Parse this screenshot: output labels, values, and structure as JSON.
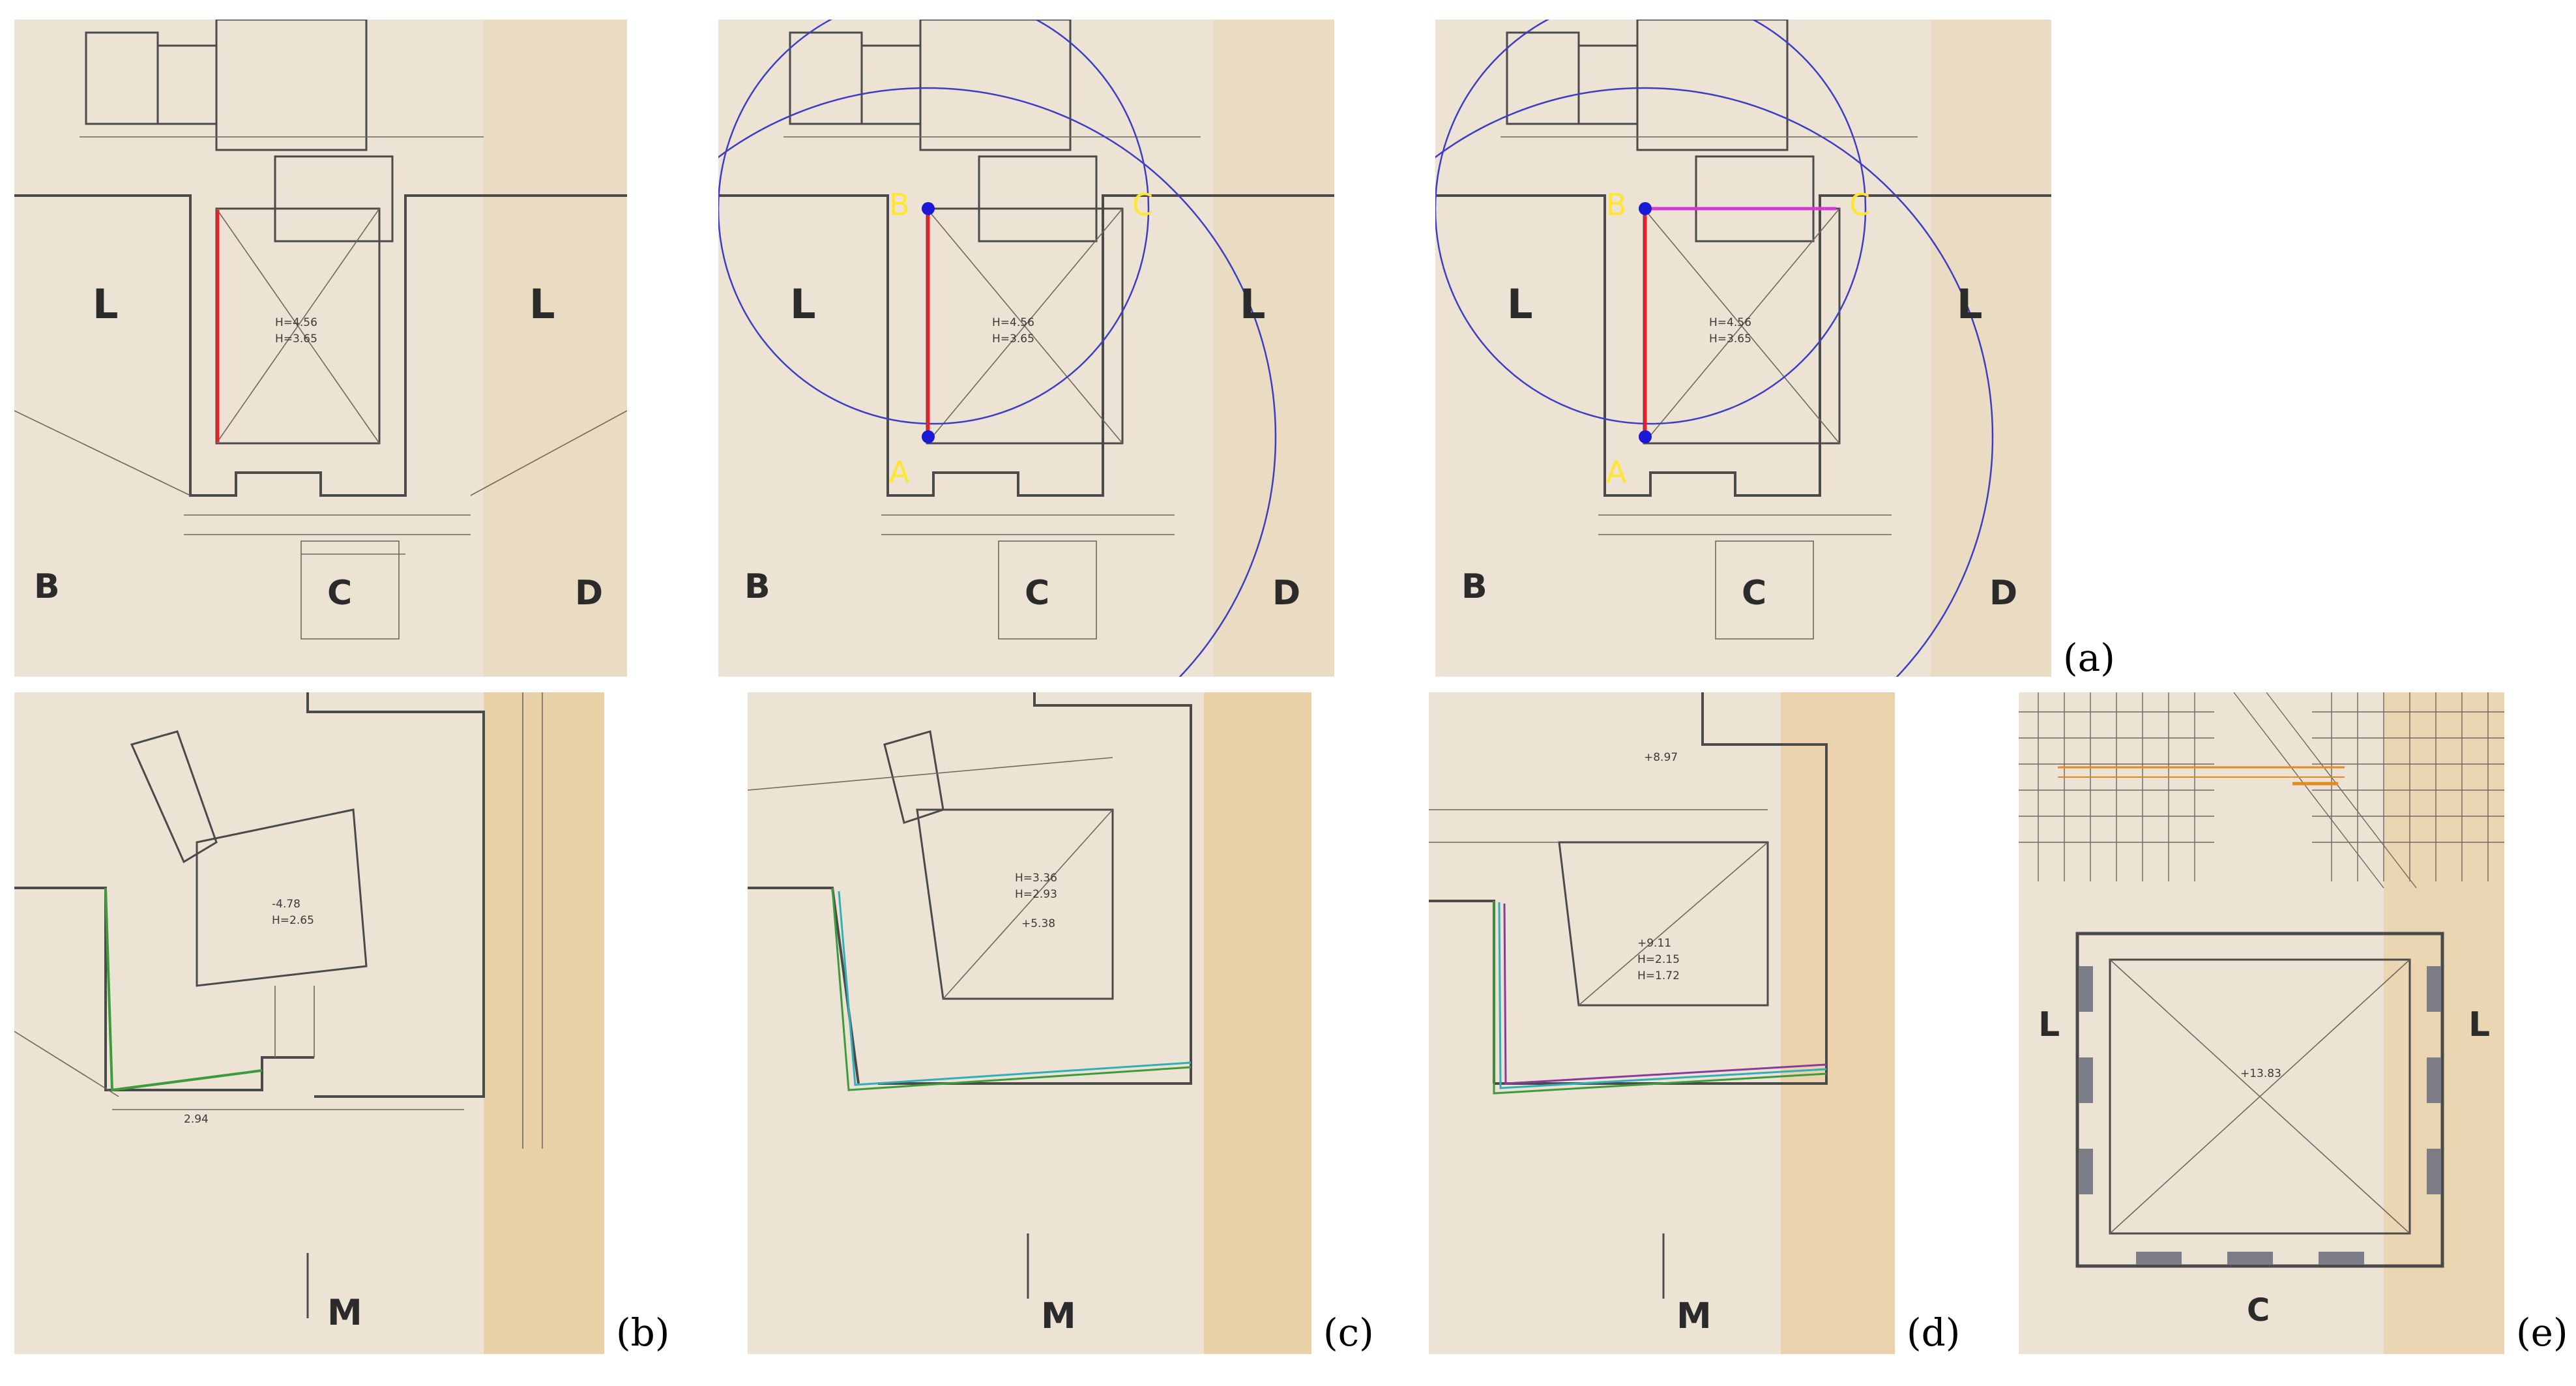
{
  "captions": {
    "a": "(a)",
    "b": "(b)",
    "c": "(c)",
    "d": "(d)",
    "e": "(e)"
  },
  "section_markers": {
    "L": "L",
    "B": "B",
    "C": "C",
    "D": "D",
    "M": "M"
  },
  "points": {
    "A": "A",
    "B": "B",
    "C": "C"
  },
  "room_labels": {
    "a_room_h1": "H=4.56",
    "a_room_h2": "H=3.65",
    "b_level": "-4.78",
    "b_h": "H=2.65",
    "b_dim": "2.94",
    "c_h1": "H=3.36",
    "c_h2": "H=2.93",
    "c_level": "+5.38",
    "d_level": "+9.11",
    "d_h1": "H=2.15",
    "d_h2": "H=1.72",
    "d_top": "+8.97",
    "e_level": "+13.83"
  },
  "colors": {
    "paper": "#ece3d4",
    "wall_line": "#4a4a4a",
    "segment_ab": "#e8202a",
    "segment_bc": "#d63ad6",
    "circle": "#3d3dc4",
    "point": "#1a1ad6",
    "label_yellow": "#ffe62e",
    "outline_green": "#3c9c3c",
    "outline_cyan": "#2fb0b8",
    "outline_purple": "#8a3a9c",
    "orange_lines": "#e58a1e"
  }
}
